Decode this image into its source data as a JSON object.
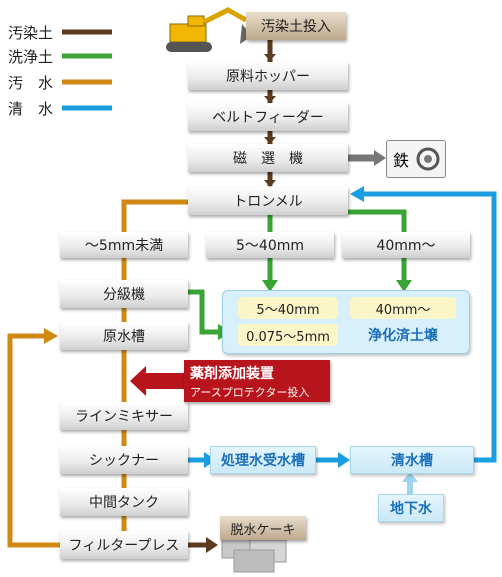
{
  "legend": [
    {
      "label": "汚染土",
      "color": "#5c3b1e"
    },
    {
      "label": "洗浄土",
      "color": "#3aa535"
    },
    {
      "label": "汚　水",
      "color": "#d08a14"
    },
    {
      "label": "清　水",
      "color": "#1a9ee0"
    }
  ],
  "nodes": {
    "input": "汚染土投入",
    "hopper": "原料ホッパー",
    "feeder": "ベルトフィーダー",
    "magnet": "磁　選　機",
    "iron": "鉄",
    "trommel": "トロンメル",
    "size_small": "〜5mm未満",
    "size_mid": "5〜40mm",
    "size_large": "40mm〜",
    "classifier": "分級機",
    "raw_water_tank": "原水槽",
    "chemical_title": "薬剤添加装置",
    "chemical_sub": "アースプロテクター投入",
    "line_mixer": "ラインミキサー",
    "thickener": "シックナー",
    "intermediate_tank": "中間タンク",
    "filter_press": "フィルタープレス",
    "dewatered_cake": "脱水ケーキ",
    "treated_water_tank": "処理水受水槽",
    "clean_water_tank": "清水槽",
    "groundwater": "地下水"
  },
  "clean_soil": {
    "a": "5〜40mm",
    "b": "40mm〜",
    "c": "0.075〜5mm",
    "label": "浄化済土壌"
  }
}
